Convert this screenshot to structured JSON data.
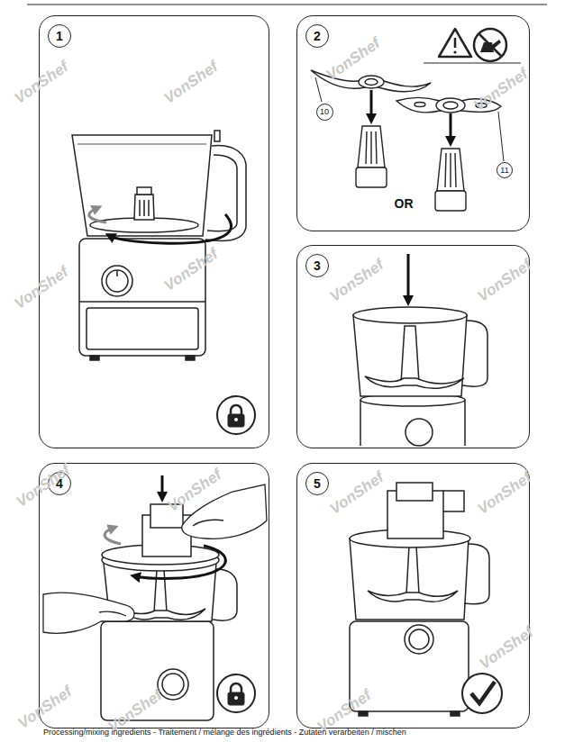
{
  "diagram": {
    "caption": "Processing/mixing ingredients - Traitement / mélange des ingrédients - Zutaten verarbeiten / mischen",
    "nodes": [
      {
        "text": [
          "1"
        ]
      },
      {
        "text": [
          "2"
        ]
      },
      {
        "text": [
          "3"
        ]
      },
      {
        "text": [
          "4"
        ]
      },
      {
        "text": [
          "5"
        ]
      }
    ],
    "labels": [
      "10",
      "11",
      "OR",
      "VonShef",
      "VonShef",
      "VonShef",
      "VonShef",
      "VonShef",
      "VonShef",
      "VonShef",
      "VonShef",
      "VonShef",
      "VonShef",
      "VonShef",
      "VonShef",
      "VonShef",
      "VonShef",
      "VonShef",
      "VonShef"
    ]
  }
}
